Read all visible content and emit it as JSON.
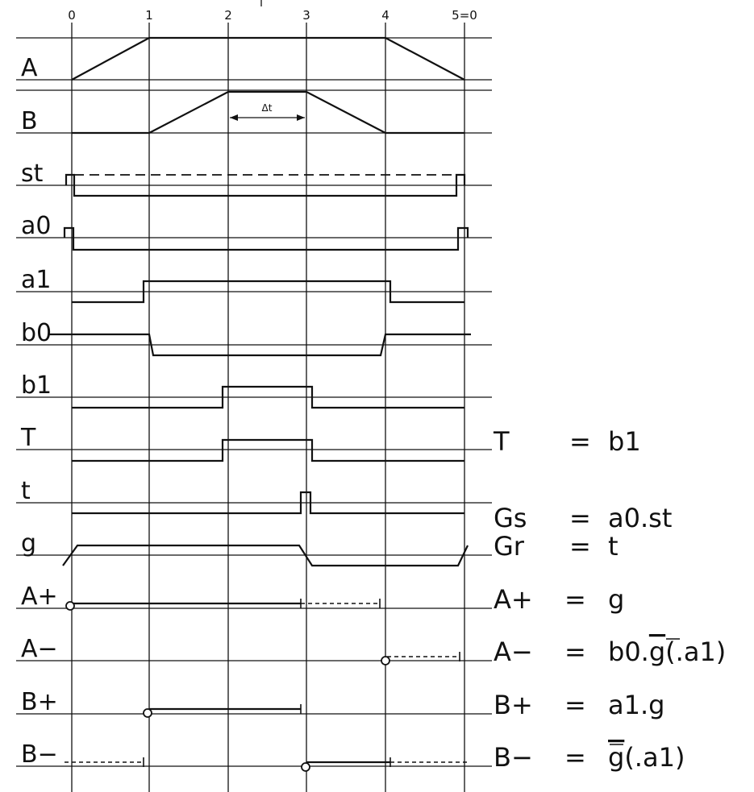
{
  "steps": [
    "0",
    "1",
    "2",
    "3",
    "4",
    "5=0"
  ],
  "rows": [
    {
      "label": "A"
    },
    {
      "label": "B"
    },
    {
      "label": "st"
    },
    {
      "label": "a0"
    },
    {
      "label": "a1"
    },
    {
      "label": "b0"
    },
    {
      "label": "b1"
    },
    {
      "label": "T"
    },
    {
      "label": "t"
    },
    {
      "label": "g"
    },
    {
      "label": "A+"
    },
    {
      "label": "A−"
    },
    {
      "label": "B+"
    },
    {
      "label": "B−"
    }
  ],
  "delta_label": "Δt",
  "equations": [
    {
      "lhs": "T",
      "rhs": "b1"
    },
    {
      "lhs": "Gs",
      "rhs": "a0.st"
    },
    {
      "lhs": "Gr",
      "rhs": "t"
    },
    {
      "lhs": "A+",
      "rhs": "g"
    },
    {
      "lhs": "A−",
      "rhs_pre": "b0.",
      "rhs_bar": "g",
      "rhs_post": "(.a1)"
    },
    {
      "lhs": "B+",
      "rhs": "a1.g"
    },
    {
      "lhs": "B−",
      "rhs_pre": "",
      "rhs_bar": "g",
      "rhs_post": "(.a1)"
    }
  ],
  "colors": {
    "ink": "#111111",
    "background": "#ffffff"
  }
}
